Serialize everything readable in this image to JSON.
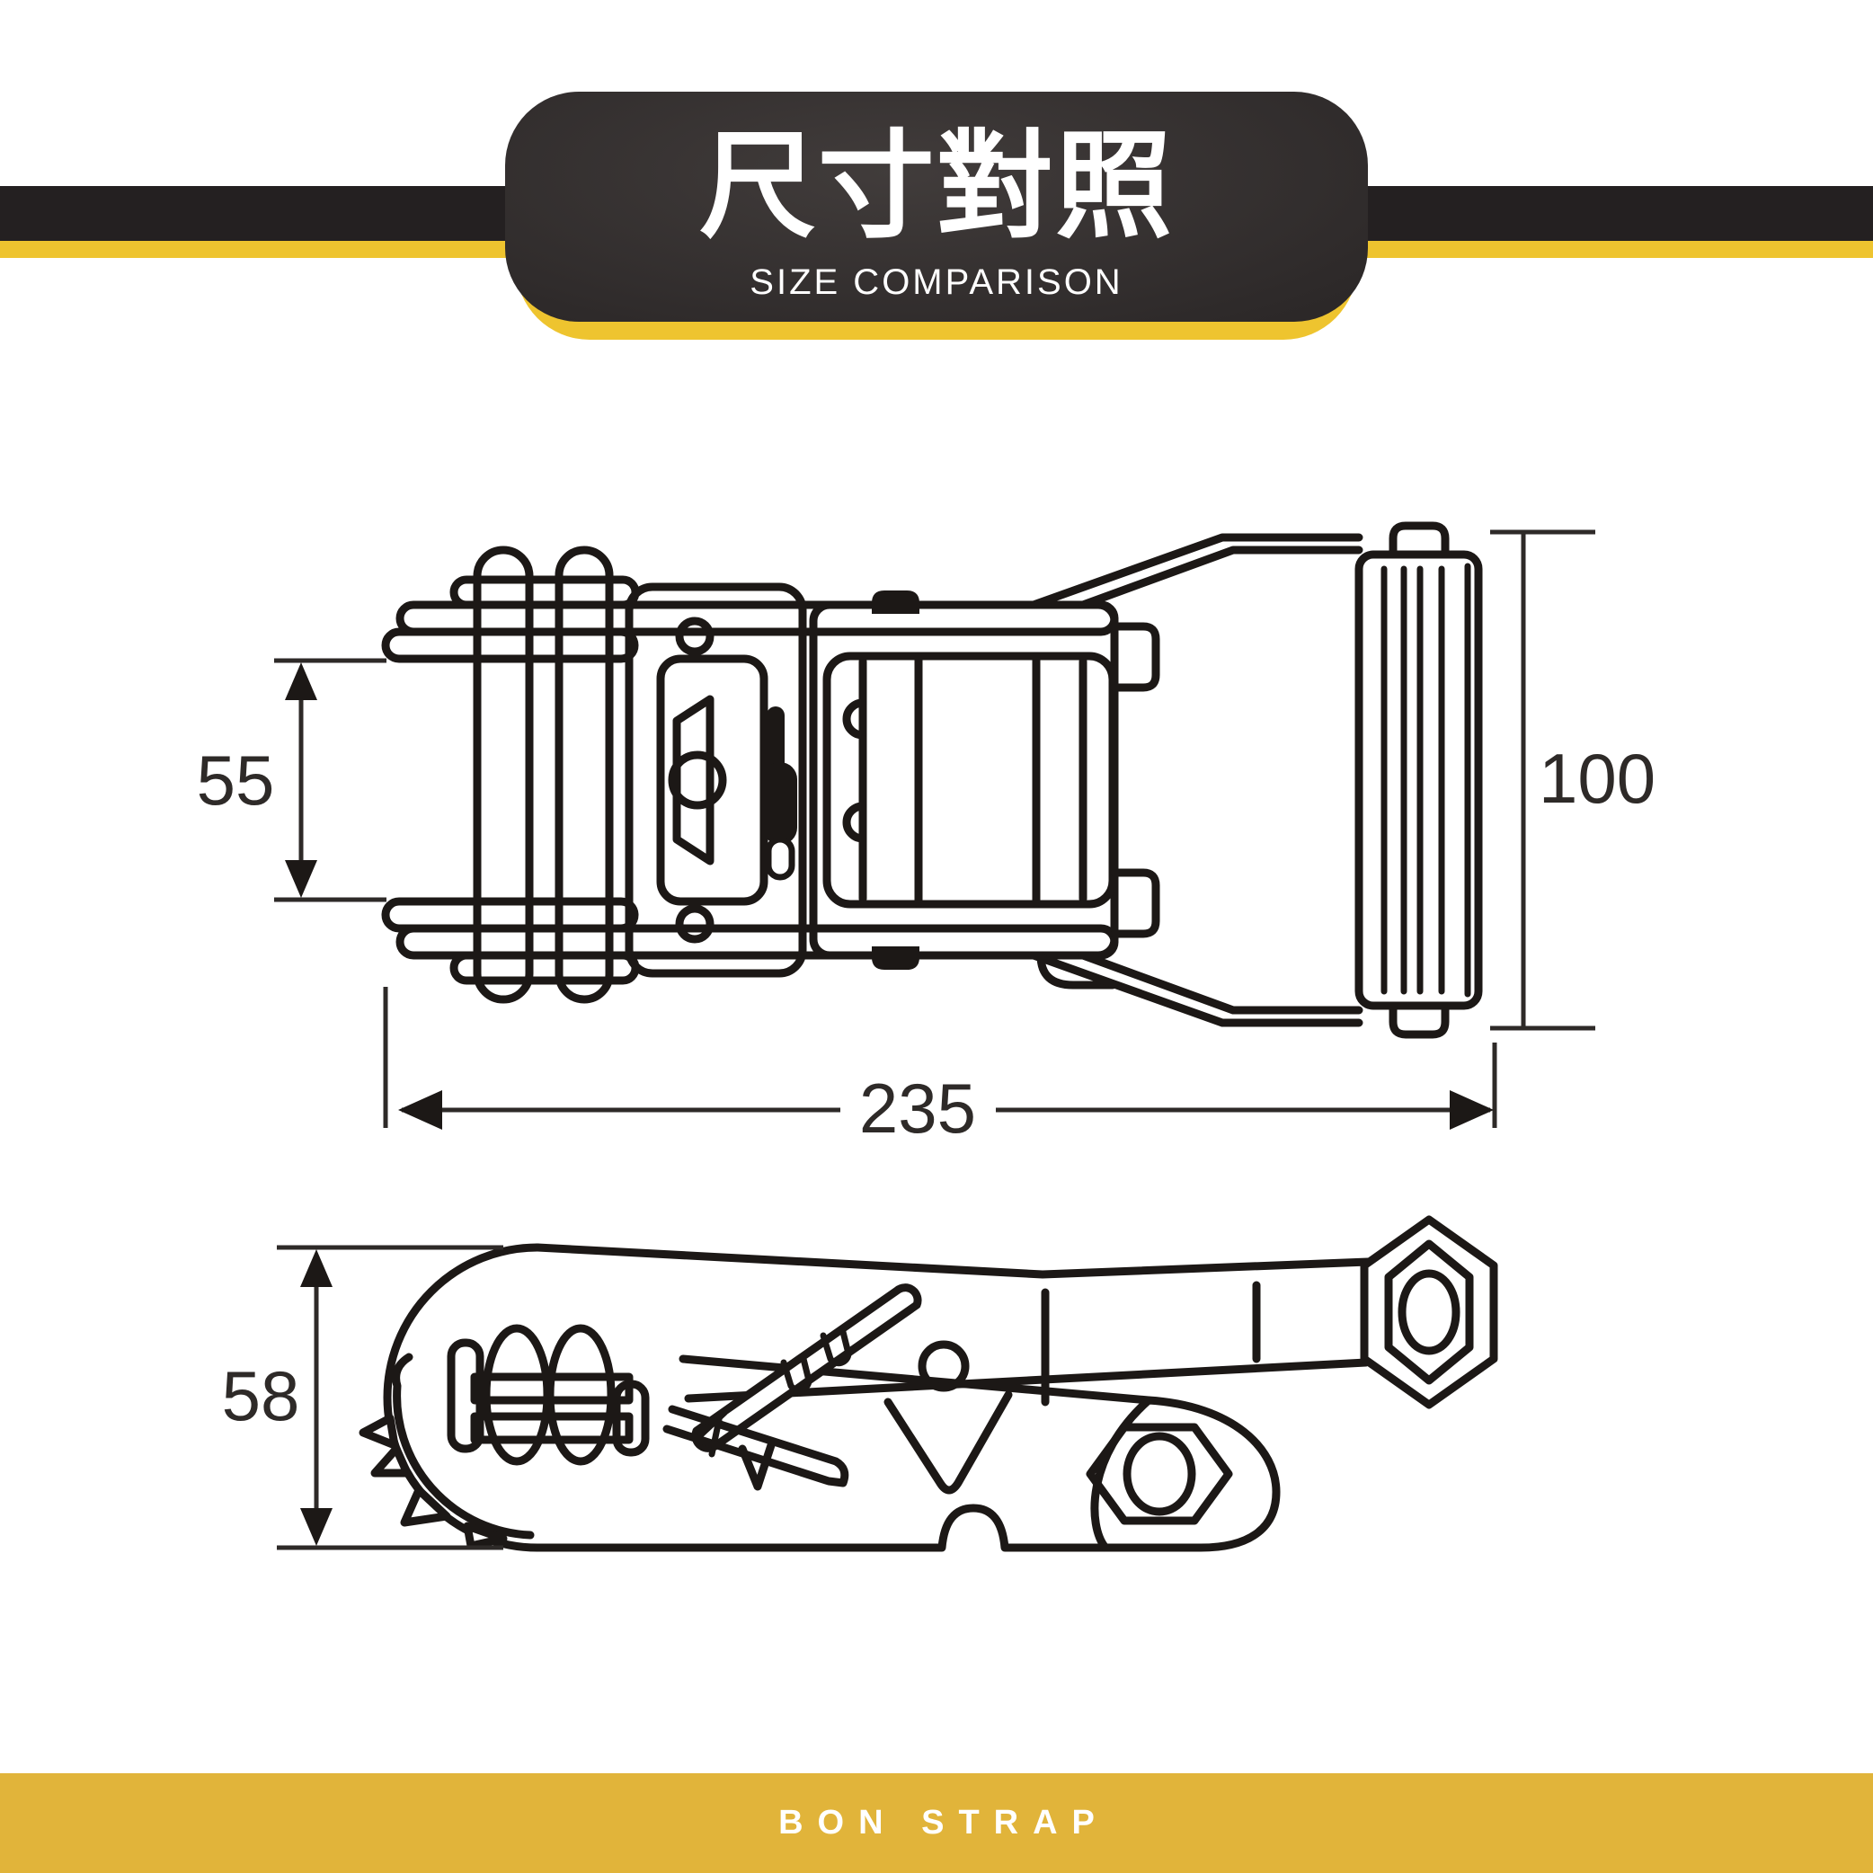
{
  "banner": {
    "title": "尺寸對照",
    "subtitle": "SIZE COMPARISON"
  },
  "dimensions": {
    "overall_length": "235",
    "left_slot_height": "55",
    "handle_height": "100",
    "side_height": "58"
  },
  "footer": {
    "brand": "BON STRAP"
  },
  "colors": {
    "accent_yellow": "#EEC42F",
    "footer_yellow": "#E1B43A",
    "banner_dark": "#2D2929",
    "band_black": "#242021",
    "line_color": "#1C1816"
  }
}
